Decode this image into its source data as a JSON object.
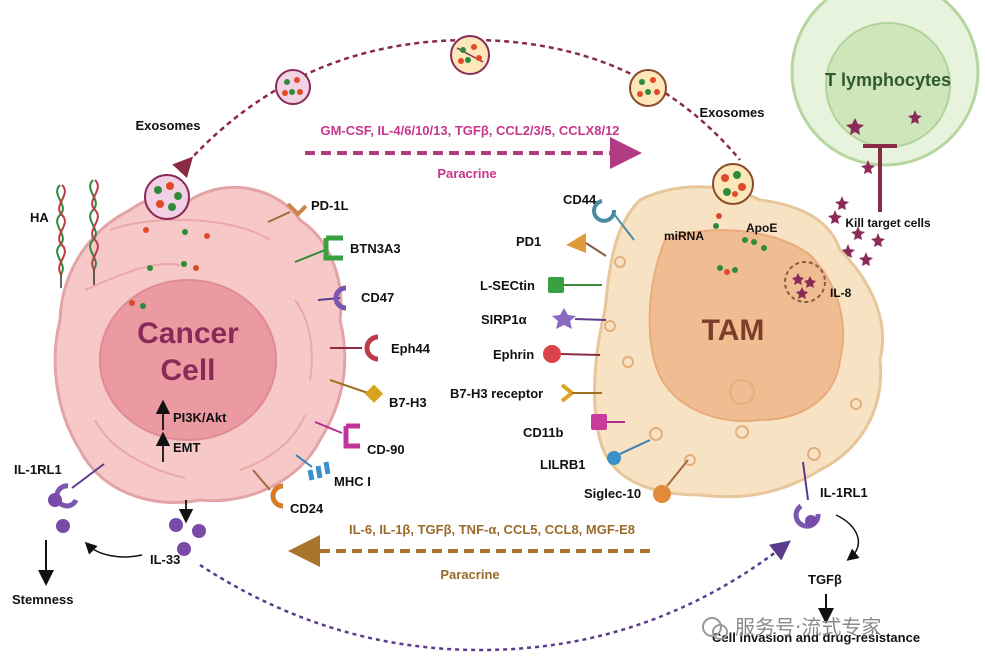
{
  "cancer_cell": {
    "title_line1": "Cancer",
    "title_line2": "Cell",
    "pathway1": "PI3K/Akt",
    "pathway2": "EMT",
    "markers": [
      "PD-1L",
      "BTN3A3",
      "CD47",
      "Eph44",
      "B7-H3",
      "CD-90",
      "MHC I",
      "CD24"
    ],
    "ha_label": "HA",
    "il1rl1": "IL-1RL1",
    "il33": "IL-33",
    "stemness": "Stemness"
  },
  "tam": {
    "title": "TAM",
    "receptors": [
      "CD44",
      "PD1",
      "L-SECtin",
      "SIRP1α",
      "Ephrin",
      "B7-H3 receptor",
      "CD11b",
      "LILRB1",
      "Siglec-10"
    ],
    "mirna": "miRNA",
    "apoe": "ApoE",
    "il8": "IL-8",
    "il1rl1": "IL-1RL1",
    "tgfb": "TGFβ",
    "outcome": "Cell invasion and drug-resistance"
  },
  "t_cells": {
    "title": "T lymphocytes",
    "kill": "Kill target cells"
  },
  "exosomes_left": "Exosomes",
  "exosomes_right": "Exosomes",
  "paracrine_top": {
    "factors": "GM-CSF, IL-4/6/10/13, TGFβ, CCL2/3/5, CCLX8/12",
    "label": "Paracrine"
  },
  "paracrine_bottom": {
    "factors": "IL-6, IL-1β, TGFβ, TNF-α, CCL5,  CCL8, MGF-E8",
    "label": "Paracrine"
  },
  "watermark": "服务号·流式专家",
  "colors": {
    "cancer_fill": "#f4c1c3",
    "cancer_nucleus": "#e99aa1",
    "tam_fill": "#f7dfbd",
    "tam_nucleus": "#efb88c",
    "t_cell_fill": "#d6ecc4",
    "pink_arrow": "#b23b83",
    "brown_arrow": "#a8742e",
    "purple_arrow": "#5b3b8c",
    "dark_red_arrow": "#8a2b45"
  }
}
